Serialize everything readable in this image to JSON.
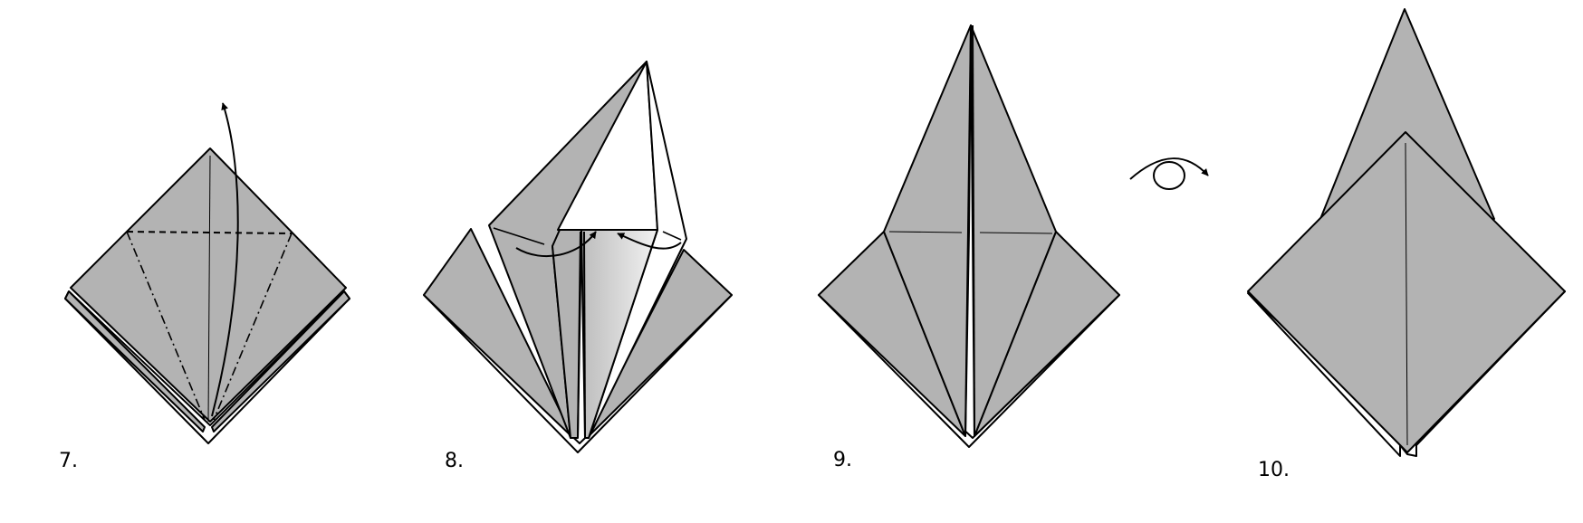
{
  "steps": [
    {
      "label": "7."
    },
    {
      "label": "8."
    },
    {
      "label": "9."
    },
    {
      "label": "10."
    }
  ],
  "colors": {
    "paper_gray": "#b3b3b3",
    "paper_white": "#ffffff",
    "line": "#000000"
  },
  "icons": {
    "turn_over": "turn-over-icon",
    "fold_arrow": "curved-arrow-icon"
  }
}
